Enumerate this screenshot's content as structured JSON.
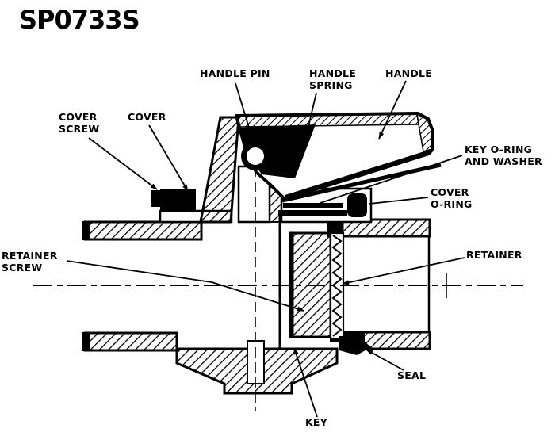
{
  "page": {
    "title": "SP0733S",
    "background_color": "#ffffff",
    "ink_color": "#000000"
  },
  "figure": {
    "kind": "cutaway cross-section diagram of a valve",
    "labels": [
      {
        "id": "handle-pin",
        "text": "HANDLE PIN"
      },
      {
        "id": "handle-spring",
        "text": "HANDLE\nSPRING"
      },
      {
        "id": "handle",
        "text": "HANDLE"
      },
      {
        "id": "cover-screw",
        "text": "COVER\nSCREW"
      },
      {
        "id": "cover",
        "text": "COVER"
      },
      {
        "id": "key-o-ring",
        "text": "KEY O-RING\nAND WASHER"
      },
      {
        "id": "cover-o-ring",
        "text": "COVER\nO-RING"
      },
      {
        "id": "retainer-screw",
        "text": "RETAINER\nSCREW"
      },
      {
        "id": "retainer",
        "text": "RETAINER"
      },
      {
        "id": "seal",
        "text": "SEAL"
      },
      {
        "id": "key",
        "text": "KEY"
      }
    ]
  }
}
